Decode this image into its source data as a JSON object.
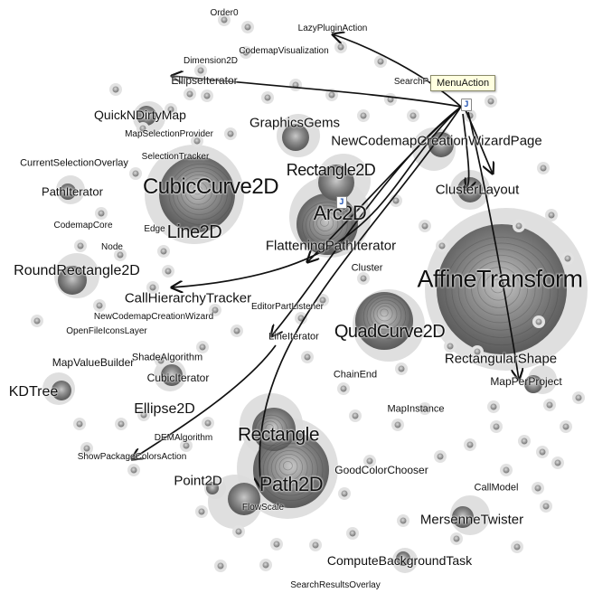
{
  "tooltip": {
    "text": "MenuAction"
  },
  "icons": [
    "java-file-icon",
    "java-file-icon"
  ],
  "labels": [
    {
      "id": "order0",
      "text": "Order0"
    },
    {
      "id": "lazypluginaction",
      "text": "LazyPluginAction"
    },
    {
      "id": "codemapvisualization",
      "text": "CodemapVisualization"
    },
    {
      "id": "dimension2d",
      "text": "Dimension2D"
    },
    {
      "id": "ellipseiterator",
      "text": "EllipseIterator"
    },
    {
      "id": "searchp",
      "text": "SearchP"
    },
    {
      "id": "quickndirtymap",
      "text": "QuickNDirtyMap"
    },
    {
      "id": "mapselectionprovider",
      "text": "MapSelectionProvider"
    },
    {
      "id": "graphicsgems",
      "text": "GraphicsGems"
    },
    {
      "id": "newcodemapcreationwizardpage",
      "text": "NewCodemapCreationWizardPage"
    },
    {
      "id": "selectiontracker",
      "text": "SelectionTracker"
    },
    {
      "id": "currentselectionoverlay",
      "text": "CurrentSelectionOverlay"
    },
    {
      "id": "rectangle2d",
      "text": "Rectangle2D"
    },
    {
      "id": "cubiccurve2d",
      "text": "CubicCurve2D"
    },
    {
      "id": "pathiterator",
      "text": "PathIterator"
    },
    {
      "id": "clusterlayout",
      "text": "ClusterLayout"
    },
    {
      "id": "arc2d",
      "text": "Arc2D"
    },
    {
      "id": "codemapcore",
      "text": "CodemapCore"
    },
    {
      "id": "edge",
      "text": "Edge"
    },
    {
      "id": "line2d",
      "text": "Line2D"
    },
    {
      "id": "node",
      "text": "Node"
    },
    {
      "id": "flatteningpathiterator",
      "text": "FlatteningPathIterator"
    },
    {
      "id": "roundrectangle2d",
      "text": "RoundRectangle2D"
    },
    {
      "id": "cluster",
      "text": "Cluster"
    },
    {
      "id": "affinetransform",
      "text": "AffineTransform"
    },
    {
      "id": "callhierarchytracker",
      "text": "CallHierarchyTracker"
    },
    {
      "id": "editorpartlistener",
      "text": "EditorPartListener"
    },
    {
      "id": "newcodemapcreationwizard",
      "text": "NewCodemapCreationWizard"
    },
    {
      "id": "openfileiconslayer",
      "text": "OpenFileIconsLayer"
    },
    {
      "id": "lineiterator",
      "text": "LineIterator"
    },
    {
      "id": "quadcurve2d",
      "text": "QuadCurve2D"
    },
    {
      "id": "mapvaluebuilder",
      "text": "MapValueBuilder"
    },
    {
      "id": "shadealgorithm",
      "text": "ShadeAlgorithm"
    },
    {
      "id": "rectangularshape",
      "text": "RectangularShape"
    },
    {
      "id": "chainend",
      "text": "ChainEnd"
    },
    {
      "id": "kdtree",
      "text": "KDTree"
    },
    {
      "id": "cubiciterator",
      "text": "CubicIterator"
    },
    {
      "id": "mapperproject",
      "text": "MapPerProject"
    },
    {
      "id": "ellipse2d",
      "text": "Ellipse2D"
    },
    {
      "id": "mapinstance",
      "text": "MapInstance"
    },
    {
      "id": "demalgorithm",
      "text": "DEMAlgorithm"
    },
    {
      "id": "rectangle",
      "text": "Rectangle"
    },
    {
      "id": "showpackagecolorsaction",
      "text": "ShowPackageColorsAction"
    },
    {
      "id": "goodcolorchooser",
      "text": "GoodColorChooser"
    },
    {
      "id": "point2d",
      "text": "Point2D"
    },
    {
      "id": "path2d",
      "text": "Path2D"
    },
    {
      "id": "callmodel",
      "text": "CallModel"
    },
    {
      "id": "flowscale",
      "text": "FlowScale"
    },
    {
      "id": "mersennetwister",
      "text": "MersenneTwister"
    },
    {
      "id": "computebackgroundtask",
      "text": "ComputeBackgroundTask"
    },
    {
      "id": "searchresultsoverlay",
      "text": "SearchResultsOverlay"
    }
  ]
}
